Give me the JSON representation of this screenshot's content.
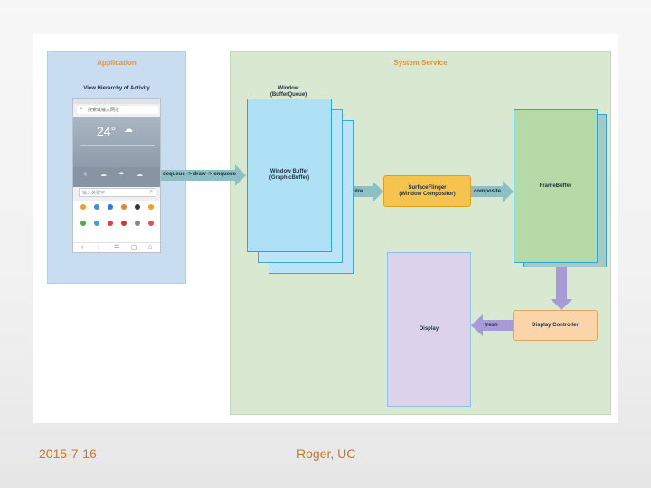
{
  "application": {
    "title": "Application",
    "view_hierarchy_label": "View Hierarchy of Activity"
  },
  "system_service": {
    "title": "System Service"
  },
  "window": {
    "title_line1": "Window",
    "title_line2": "(BufferQueue)",
    "buffer_line1": "Window Buffer",
    "buffer_line2": "(GraphicBuffer)"
  },
  "arrows": {
    "dequeue": "dequeue -> draw -> enqueue",
    "acquire": "acquire",
    "composite": "composite",
    "fresh": "fresh"
  },
  "surfaceflinger": {
    "line1": "SurfaceFlinger",
    "line2": "(Window Compositor)"
  },
  "framebuffer": {
    "label": "FrameBuffer"
  },
  "display_controller": {
    "label": "Display Controller"
  },
  "display": {
    "label": "Display"
  },
  "phone": {
    "search_text": "搜索或输入网址",
    "temperature": "24°",
    "search_box_placeholder": "输入关键字"
  },
  "footer": {
    "date": "2015-7-16",
    "author": "Roger, UC"
  },
  "colors": {
    "application_bg": "#c9ddf0",
    "system_bg": "#d9e9d1",
    "title_orange": "#e69236",
    "buffer_blue": "#aee0f6",
    "framebuffer_green": "#b5d9a7",
    "compositor_yellow": "#f7c34f",
    "controller_peach": "#fbd5aa",
    "display_lavender": "#dcd3ea",
    "arrow_teal": "#8dbfc5",
    "arrow_purple": "#a79ad6"
  }
}
